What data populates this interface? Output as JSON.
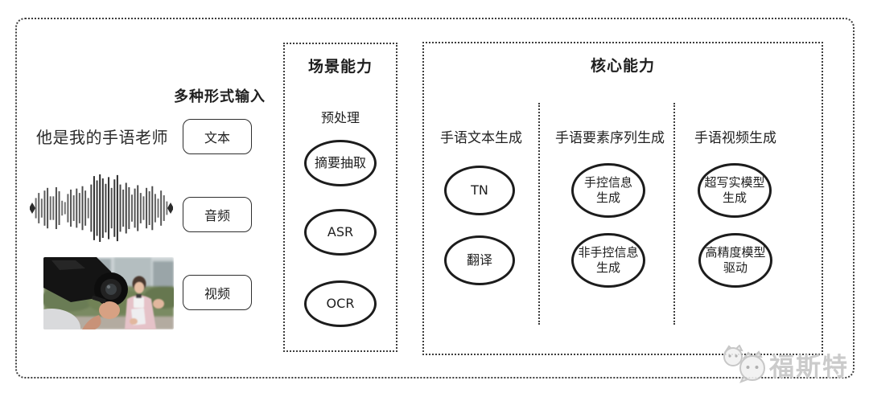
{
  "input_section": {
    "label": "多种形式输入",
    "text_example": "他是我的手语老师",
    "items": [
      {
        "label": "文本"
      },
      {
        "label": "音频"
      },
      {
        "label": "视频"
      }
    ]
  },
  "scene_box": {
    "title": "场景能力",
    "subtitle": "预处理",
    "nodes": [
      "摘要抽取",
      "ASR",
      "OCR"
    ]
  },
  "core_box": {
    "title": "核心能力",
    "columns": [
      {
        "header": "手语文本生成",
        "nodes": [
          "TN",
          "翻译"
        ]
      },
      {
        "header": "手语要素序列生成",
        "nodes": [
          "手控信息\n生成",
          "非手控信息\n生成"
        ]
      },
      {
        "header": "手语视频生成",
        "nodes": [
          "超写实模型\n生成",
          "高精度模型\n驱动"
        ]
      }
    ]
  },
  "watermark": {
    "text": "福斯特"
  },
  "icons": {
    "waveform": "audio-waveform-graphic",
    "photo": "camera-filming-reporter-photo",
    "logo": "cat-chat-bubbles-logo-icon"
  },
  "colors": {
    "line": "#1c1c1c",
    "dotted_border": "#3d3d3d",
    "background": "#ffffff",
    "watermark": "#c6c6c6"
  }
}
